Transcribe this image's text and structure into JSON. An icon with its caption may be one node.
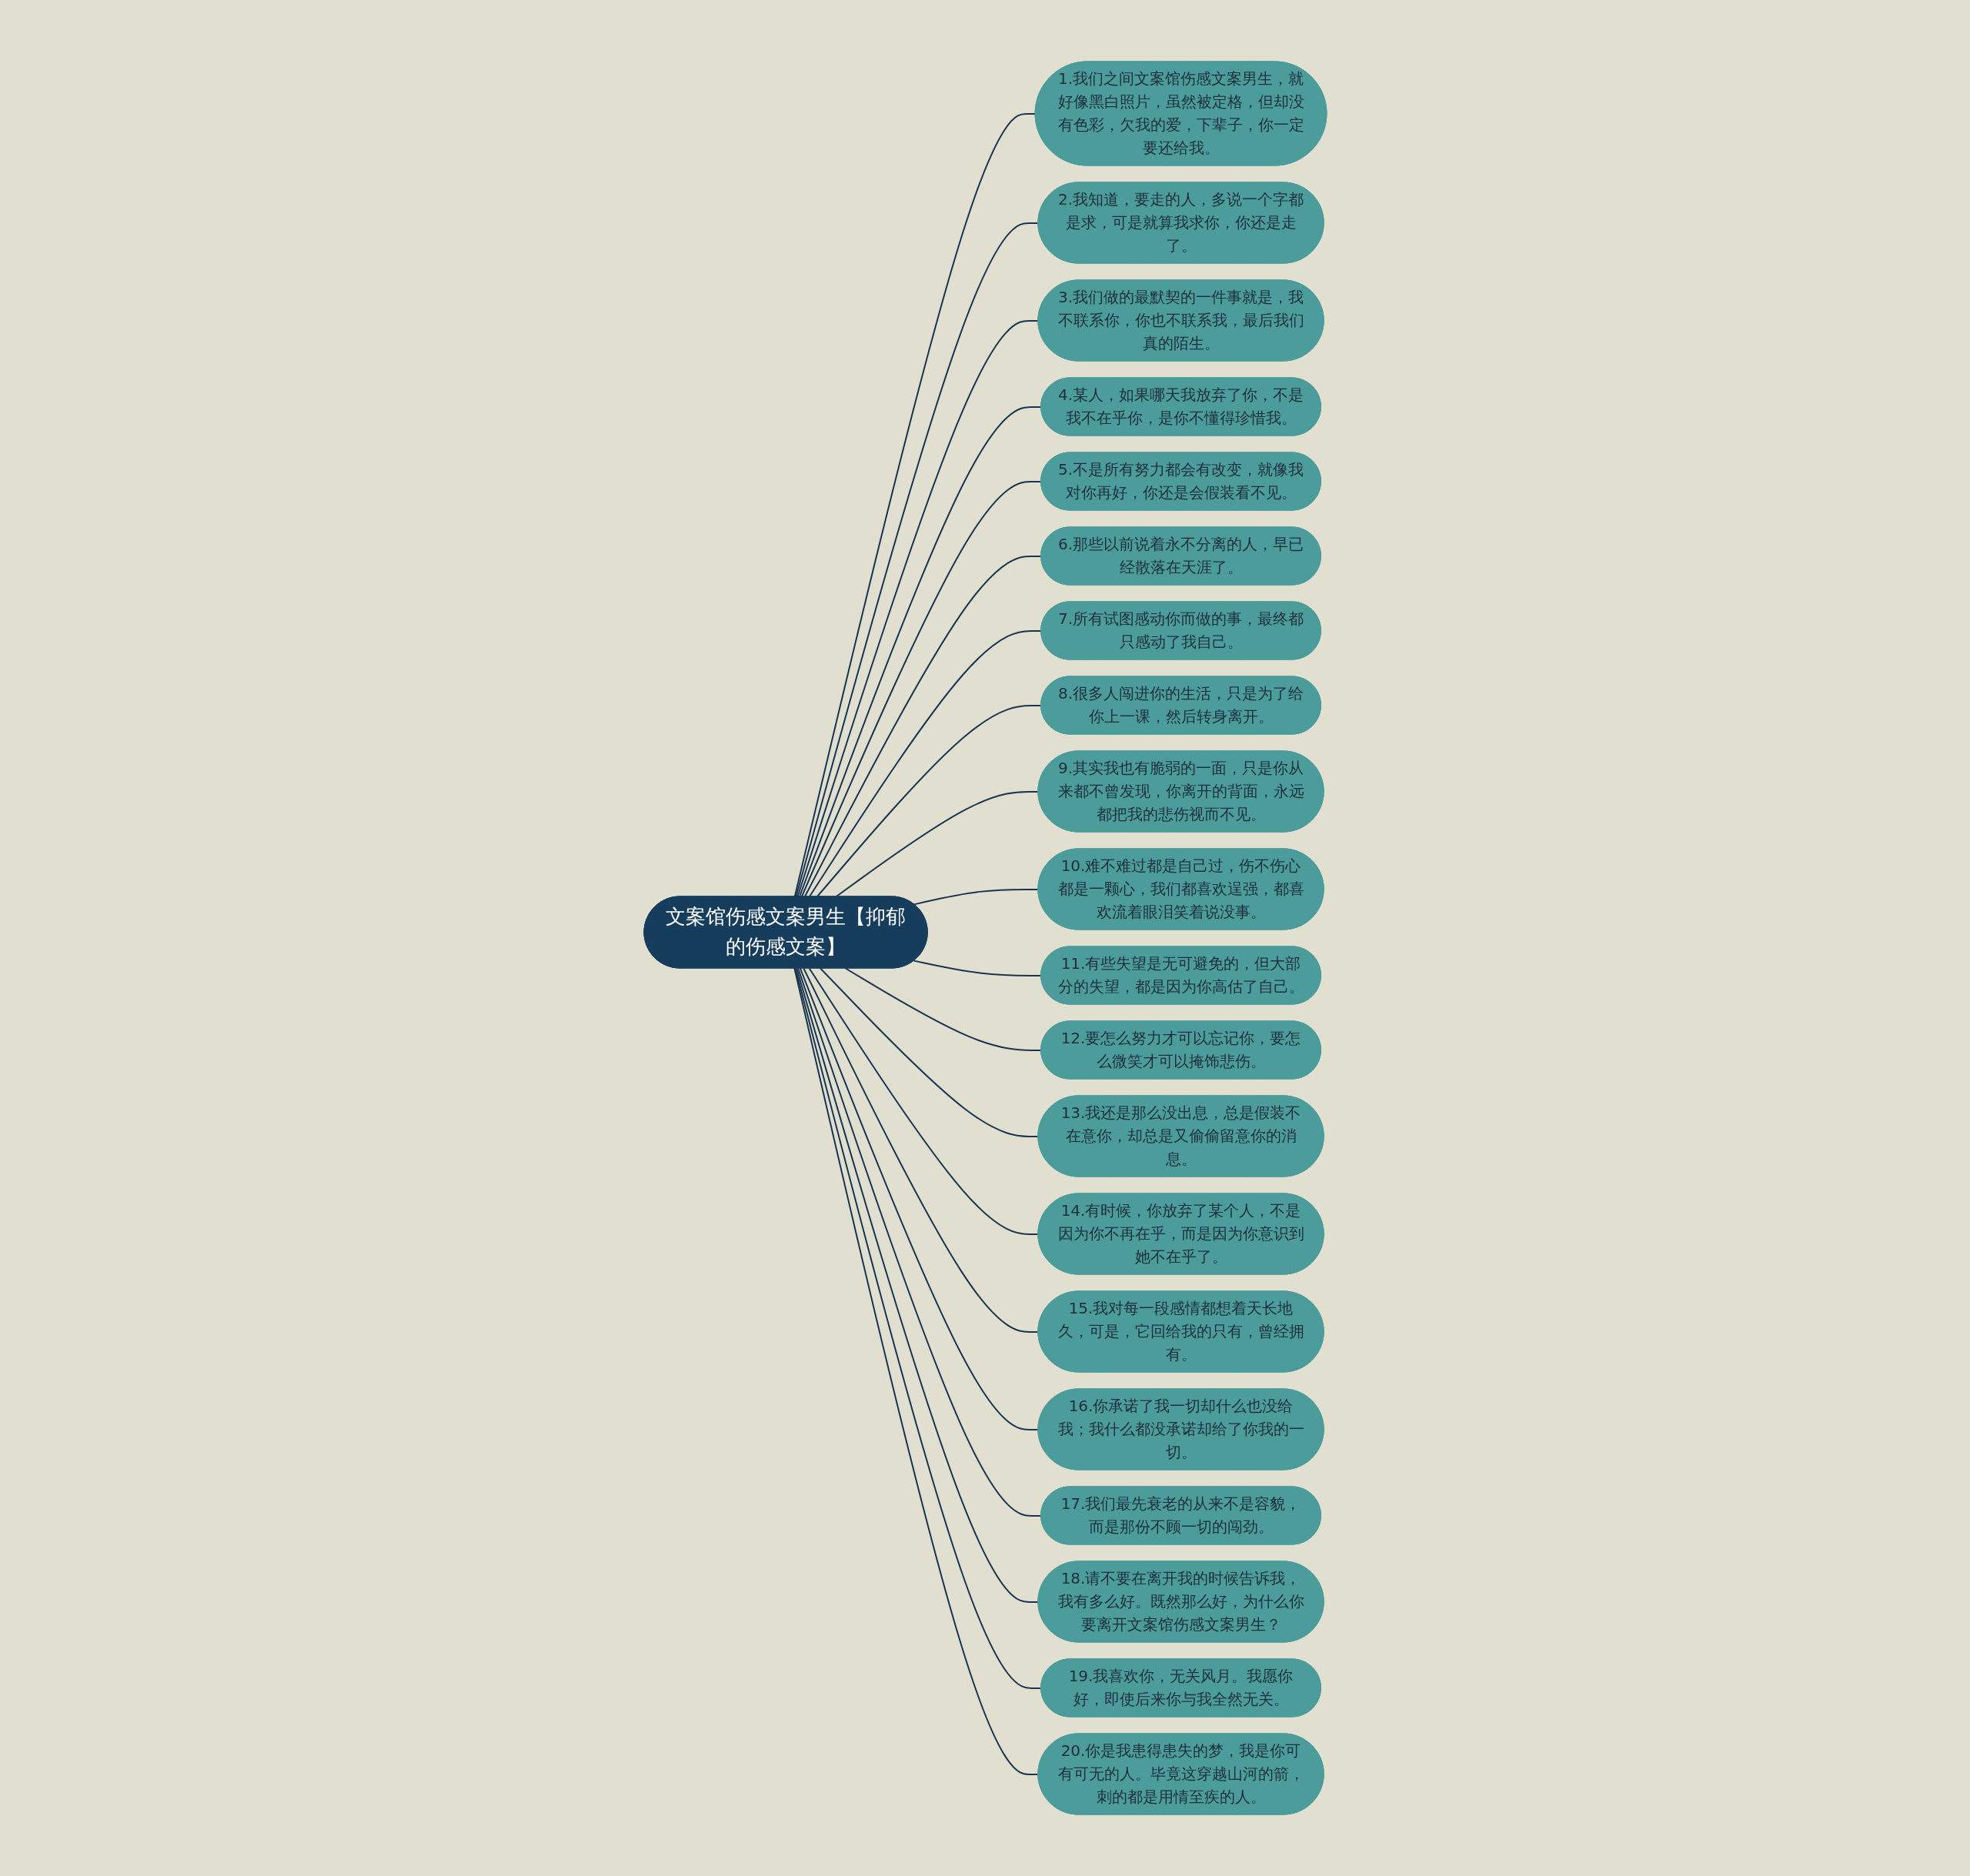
{
  "diagram": {
    "nodes": [
      {
        "text": [
          "文案馆伤感文案男生【抑郁的伤感文案】"
        ]
      },
      {
        "text": [
          "1.我们之间文案馆伤感文案男生，就好像黑白照片，虽然被定格，但却没有色彩，欠我的爱，下辈子，你一定要还给我。"
        ]
      },
      {
        "text": [
          "2.我知道，要走的人，多说一个字都是求，可是就算我求你，你还是走了。"
        ]
      },
      {
        "text": [
          "3.我们做的最默契的一件事就是，我不联系你，你也不联系我，最后我们真的陌生。"
        ]
      },
      {
        "text": [
          "4.某人，如果哪天我放弃了你，不是我不在乎你，是你不懂得珍惜我。"
        ]
      },
      {
        "text": [
          "5.不是所有努力都会有改变，就像我对你再好，你还是会假装看不见。"
        ]
      },
      {
        "text": [
          "6.那些以前说着永不分离的人，早已经散落在天涯了。"
        ]
      },
      {
        "text": [
          "7.所有试图感动你而做的事，最终都只感动了我自己。"
        ]
      },
      {
        "text": [
          "8.很多人闯进你的生活，只是为了给你上一课，然后转身离开。"
        ]
      },
      {
        "text": [
          "9.其实我也有脆弱的一面，只是你从来都不曾发现，你离开的背面，永远都把我的悲伤视而不见。"
        ]
      },
      {
        "text": [
          "10.难不难过都是自己过，伤不伤心都是一颗心，我们都喜欢逞强，都喜欢流着眼泪笑着说没事。"
        ]
      },
      {
        "text": [
          "11.有些失望是无可避免的，但大部分的失望，都是因为你高估了自己。"
        ]
      },
      {
        "text": [
          "12.要怎么努力才可以忘记你，要怎么微笑才可以掩饰悲伤。"
        ]
      },
      {
        "text": [
          "13.我还是那么没出息，总是假装不在意你，却总是又偷偷留意你的消息。"
        ]
      },
      {
        "text": [
          "14.有时候，你放弃了某个人，不是因为你不再在乎，而是因为你意识到她不在乎了。"
        ]
      },
      {
        "text": [
          "15.我对每一段感情都想着天长地久，可是，它回给我的只有，曾经拥有。"
        ]
      },
      {
        "text": [
          "16.你承诺了我一切却什么也没给我；我什么都没承诺却给了你我的一切。"
        ]
      },
      {
        "text": [
          "17.我们最先衰老的从来不是容貌，而是那份不顾一切的闯劲。"
        ]
      },
      {
        "text": [
          "18.请不要在离开我的时候告诉我，我有多么好。既然那么好，为什么你要离开文案馆伤感文案男生？"
        ]
      },
      {
        "text": [
          "19.我喜欢你，无关风月。我愿你好，即使后来你与我全然无关。"
        ]
      },
      {
        "text": [
          "20.你是我患得患失的梦，我是你可有可无的人。毕竟这穿越山河的箭，刺的都是用情至疾的人。"
        ]
      }
    ],
    "edges": [
      {
        "from": 0,
        "to": 1,
        "arrow": "none"
      },
      {
        "from": 0,
        "to": 2,
        "arrow": "none"
      },
      {
        "from": 0,
        "to": 3,
        "arrow": "none"
      },
      {
        "from": 0,
        "to": 4,
        "arrow": "none"
      },
      {
        "from": 0,
        "to": 5,
        "arrow": "none"
      },
      {
        "from": 0,
        "to": 6,
        "arrow": "none"
      },
      {
        "from": 0,
        "to": 7,
        "arrow": "none"
      },
      {
        "from": 0,
        "to": 8,
        "arrow": "none"
      },
      {
        "from": 0,
        "to": 9,
        "arrow": "none"
      },
      {
        "from": 0,
        "to": 10,
        "arrow": "none"
      },
      {
        "from": 0,
        "to": 11,
        "arrow": "none"
      },
      {
        "from": 0,
        "to": 12,
        "arrow": "none"
      },
      {
        "from": 0,
        "to": 13,
        "arrow": "none"
      },
      {
        "from": 0,
        "to": 14,
        "arrow": "none"
      },
      {
        "from": 0,
        "to": 15,
        "arrow": "none"
      },
      {
        "from": 0,
        "to": 16,
        "arrow": "none"
      },
      {
        "from": 0,
        "to": 17,
        "arrow": "none"
      },
      {
        "from": 0,
        "to": 18,
        "arrow": "none"
      },
      {
        "from": 0,
        "to": 19,
        "arrow": "none"
      },
      {
        "from": 0,
        "to": 20,
        "arrow": "none"
      }
    ]
  }
}
